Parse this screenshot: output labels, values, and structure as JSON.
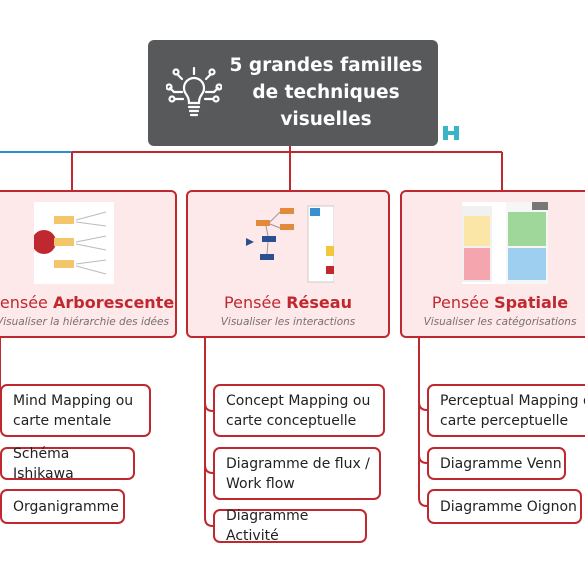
{
  "central": {
    "title_lines": [
      "5 grandes familles",
      "de techniques",
      "visuelles"
    ],
    "icon": "lightbulb-circuit-icon"
  },
  "brand": {
    "icon": "brand-logo-icon"
  },
  "families": [
    {
      "prefix": "Pensée ",
      "bold": "Arborescente",
      "subtitle": "Visualiser la hiérarchie des idées",
      "techniques": [
        {
          "lines": [
            "Mind Mapping ou",
            "carte mentale"
          ]
        },
        {
          "lines": [
            "Schéma Ishikawa"
          ]
        },
        {
          "lines": [
            "Organigramme"
          ]
        }
      ]
    },
    {
      "prefix": "Pensée ",
      "bold": "Réseau",
      "subtitle": "Visualiser les interactions",
      "techniques": [
        {
          "lines": [
            "Concept Mapping ou",
            "carte conceptuelle"
          ]
        },
        {
          "lines": [
            "Diagramme de flux /",
            "Work flow"
          ]
        },
        {
          "lines": [
            "Diagramme Activité"
          ]
        }
      ]
    },
    {
      "prefix": "Pensée ",
      "bold": "Spatiale",
      "subtitle": "Visualiser les catégorisations",
      "techniques": [
        {
          "lines": [
            "Perceptual Mapping ou",
            "carte perceptuelle"
          ]
        },
        {
          "lines": [
            "Diagramme Venn"
          ]
        },
        {
          "lines": [
            "Diagramme Oignon"
          ]
        }
      ]
    }
  ],
  "colors": {
    "accent": "#c0282f",
    "central_bg": "#58595b",
    "card_bg": "#fde8ea",
    "link_blue": "#2a8fd0"
  }
}
